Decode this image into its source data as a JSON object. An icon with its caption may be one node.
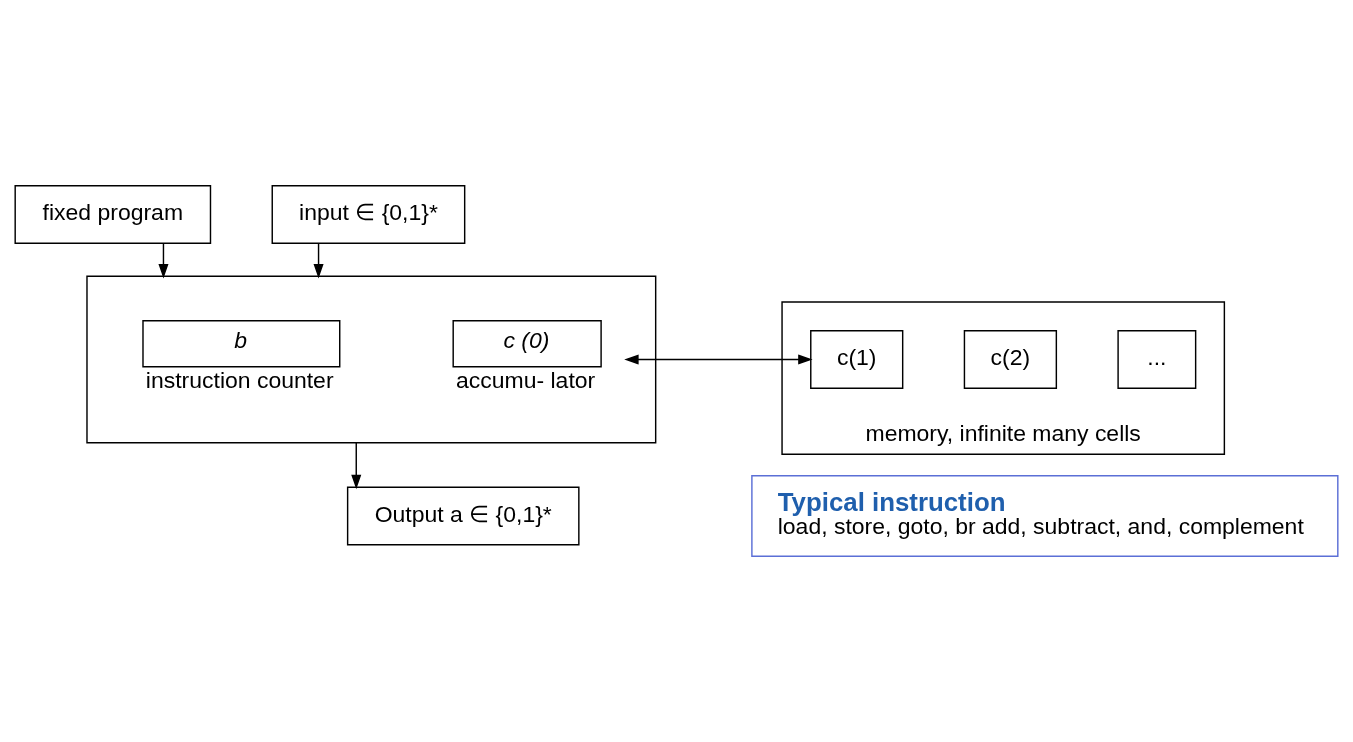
{
  "diagram": {
    "nodes": [
      {
        "text": [
          "fixed program"
        ]
      },
      {
        "text": [
          "input ∈ {0,1}*"
        ]
      },
      {
        "text": [],
        "shape": "box"
      },
      {
        "text": [
          "b"
        ],
        "in": 2,
        "beside": [
          "instruction counter"
        ]
      },
      {
        "text": [
          "c (0)"
        ],
        "in": 2,
        "beside": [
          "accumu- lator"
        ]
      },
      {
        "text": [],
        "shape": "box",
        "beside": [
          "memory, infinite many cells"
        ]
      },
      {
        "text": [
          "c(1)"
        ],
        "in": 5
      },
      {
        "text": [
          "c(2)"
        ],
        "in": 5
      },
      {
        "text": [
          "..."
        ],
        "in": 5
      },
      {
        "text": [
          "Output a ∈ {0,1}*"
        ]
      },
      {
        "text": [
          "Typical instruction",
          "load, store, goto, br add, subtract, and, complement"
        ]
      }
    ],
    "edges": [
      {
        "from": 0,
        "to": 2,
        "arrow": "to"
      },
      {
        "from": 1,
        "to": 2,
        "arrow": "to"
      },
      {
        "from": 2,
        "to": 5,
        "arrow": "both"
      },
      {
        "from": 2,
        "to": 9,
        "arrow": "to"
      }
    ]
  }
}
